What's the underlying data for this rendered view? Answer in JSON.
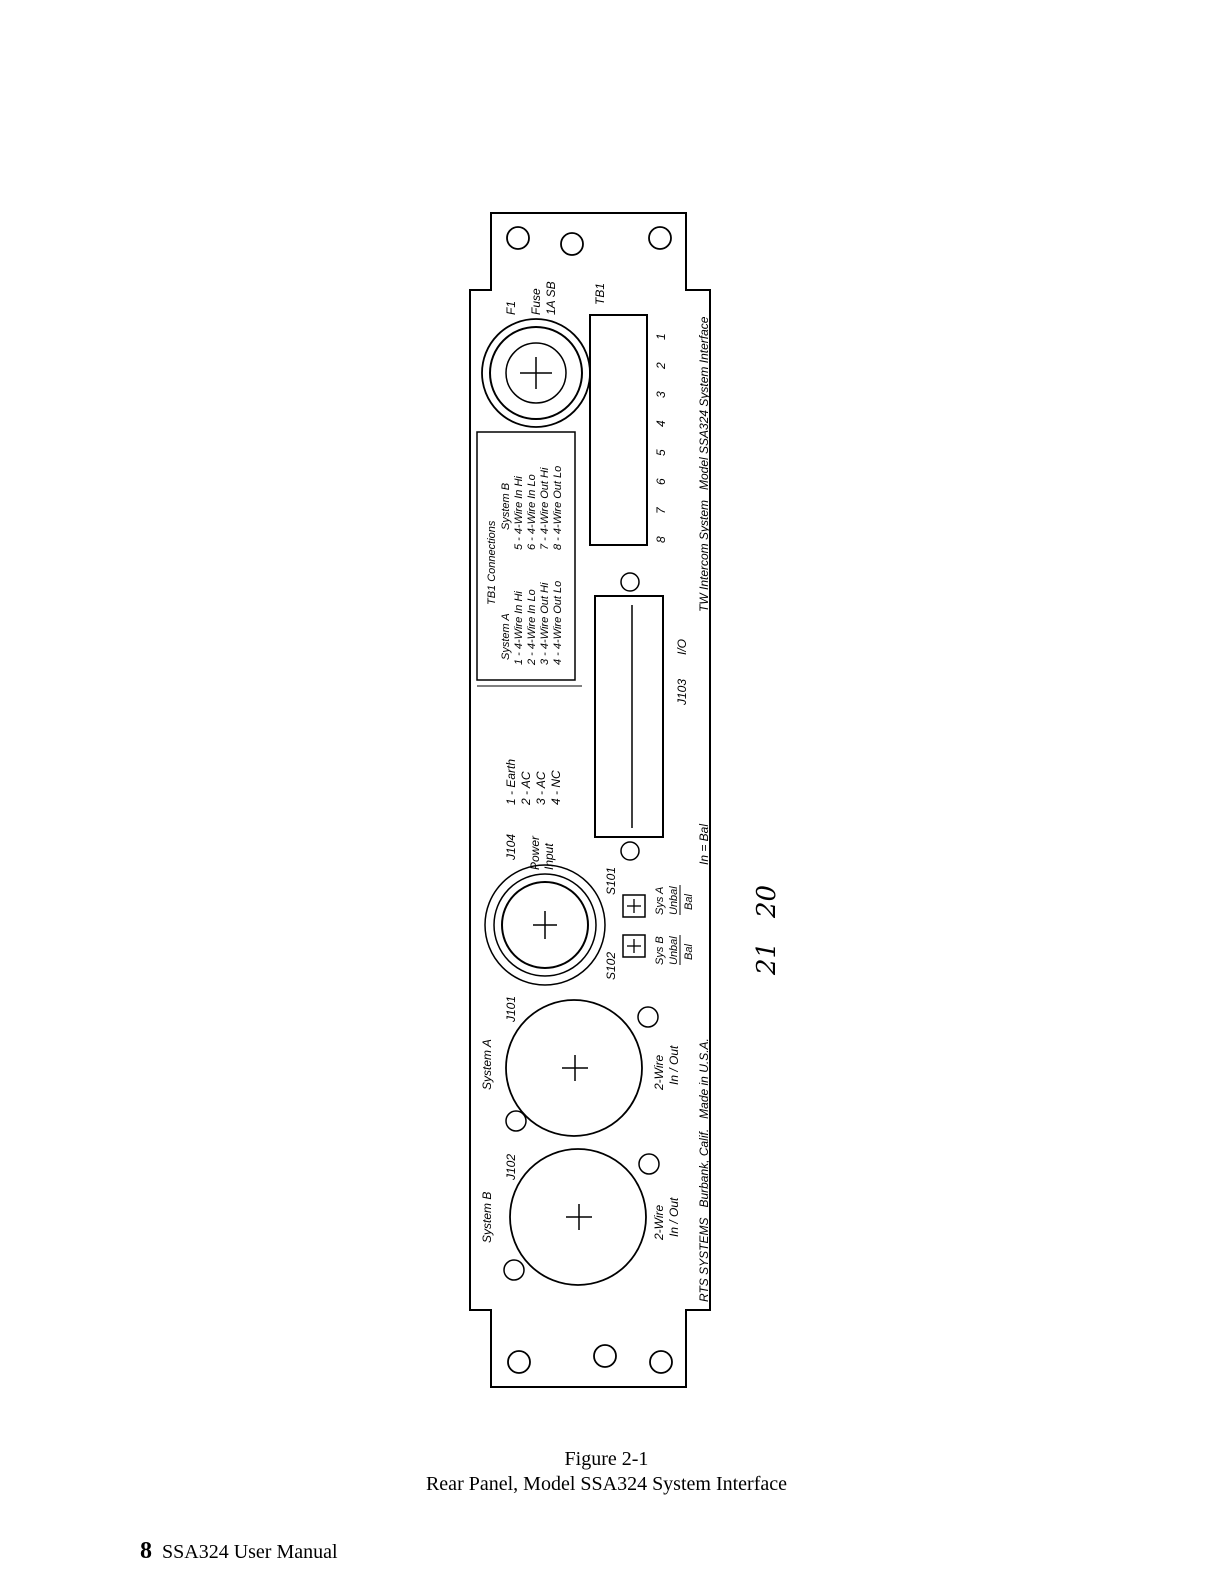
{
  "panel": {
    "fuse": {
      "ref": "F1",
      "label": "Fuse",
      "rating": "1A SB"
    },
    "tb1_label": "TB1",
    "tb1_connections": {
      "title": "TB1 Connections",
      "system_a_header": "System A",
      "system_b_header": "System B",
      "system_a": [
        "1 - 4-Wire In Hi",
        "2 - 4-Wire In Lo",
        "3 - 4-Wire Out Hi",
        "4 - 4-Wire Out Lo"
      ],
      "system_b": [
        "5 - 4-Wire In Hi",
        "6 - 4-Wire In Lo",
        "7 - 4-Wire Out Hi",
        "8 - 4-Wire Out Lo"
      ]
    },
    "terminal_numbers": [
      "8",
      "7",
      "6",
      "5",
      "4",
      "3",
      "2",
      "1"
    ],
    "j103": {
      "ref": "J103",
      "label": "I/O"
    },
    "j104": {
      "ref": "J104",
      "label1": "Power",
      "label2": "Input"
    },
    "power_pins": [
      "1 - Earth",
      "2 - AC",
      "3 - AC",
      "4 - NC"
    ],
    "s101": {
      "ref": "S101",
      "sys": "Sys A",
      "unbal": "Unbal",
      "bal": "Bal"
    },
    "s102": {
      "ref": "S102",
      "sys": "Sys B",
      "unbal": "Unbal",
      "bal": "Bal"
    },
    "in_bal_note": "In = Bal",
    "j101": {
      "ref": "J101",
      "system": "System A",
      "label1": "2-Wire",
      "label2": "In / Out"
    },
    "j102": {
      "ref": "J102",
      "system": "System B",
      "label1": "2-Wire",
      "label2": "In / Out"
    },
    "bottom_left": "RTS SYSTEMS   Burbank, Calif.   Made in U.S.A.",
    "bottom_right": "TW Intercom System   Model SSA324 System Interface",
    "handwritten": [
      "21",
      "20"
    ]
  },
  "caption": {
    "figure": "Figure 2-1",
    "title": "Rear Panel, Model SSA324 System Interface"
  },
  "footer": {
    "page": "8",
    "title": "SSA324 User Manual"
  }
}
